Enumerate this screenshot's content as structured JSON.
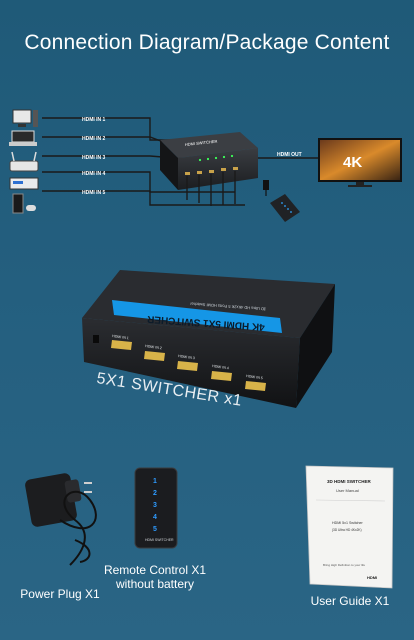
{
  "title": "Connection Diagram/Package Content",
  "diagram": {
    "inputs": [
      "HDMI IN 1",
      "HDMI IN 2",
      "HDMI IN 3",
      "HDMI IN 4",
      "HDMI IN 5"
    ],
    "output_label": "HDMI OUT",
    "tv_badge": "4K",
    "device_top_label": "HDMI SWITCHER"
  },
  "product": {
    "front_label": "4K HDMI 5X1 SWITCHER",
    "front_sublabel": "3D Ultra HD 4Kx2K 5 Ports HDMI Switcher",
    "ports": [
      "HDMI IN 1",
      "HDMI IN 2",
      "HDMI IN 3",
      "HDMI IN 4",
      "HDMI IN 5"
    ],
    "caption": "5X1 SWITCHER x1"
  },
  "package": {
    "power_plug": "Power Plug X1",
    "remote_line1": "Remote Control X1",
    "remote_line2": "without battery",
    "remote_buttons": [
      "1",
      "2",
      "3",
      "4",
      "5"
    ],
    "remote_label": "HDMI SWITCHER",
    "guide": "User Guide X1",
    "manual_title": "3D HDMI SWITCHER",
    "manual_sub": "User Manual",
    "manual_text1": "HDMI 5x1 Switcher",
    "manual_text2": "(3D Ultra HD 4Kx2K)",
    "manual_text3": "Bring High Definition to your life",
    "manual_logo": "HDMI"
  }
}
